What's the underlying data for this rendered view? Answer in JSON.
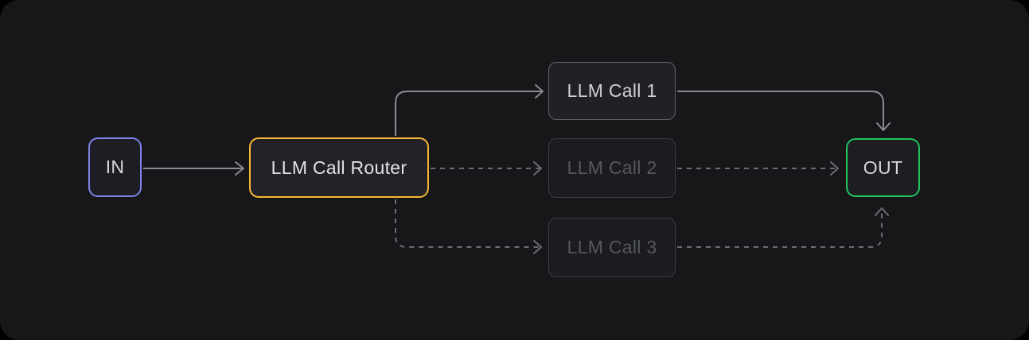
{
  "canvas": {
    "background_color": "#17171a",
    "outer_background_color": "#000000"
  },
  "diagram": {
    "nodes": [
      {
        "id": "in",
        "label": "IN",
        "role": "input",
        "state": "active",
        "border_color": "#7d84e8"
      },
      {
        "id": "router",
        "label": "LLM Call Router",
        "role": "router",
        "state": "active",
        "border_color": "#f6b833"
      },
      {
        "id": "call1",
        "label": "LLM Call 1",
        "role": "llm-call",
        "state": "active",
        "border_color": "#5c616b"
      },
      {
        "id": "call2",
        "label": "LLM Call 2",
        "role": "llm-call",
        "state": "inactive",
        "border_color": "#393d45"
      },
      {
        "id": "call3",
        "label": "LLM Call 3",
        "role": "llm-call",
        "state": "inactive",
        "border_color": "#393d45"
      },
      {
        "id": "out",
        "label": "OUT",
        "role": "output",
        "state": "active",
        "border_color": "#23c55e"
      }
    ],
    "edges": [
      {
        "from": "in",
        "to": "router",
        "style": "solid"
      },
      {
        "from": "router",
        "to": "call1",
        "style": "solid"
      },
      {
        "from": "call1",
        "to": "out",
        "style": "solid"
      },
      {
        "from": "router",
        "to": "call2",
        "style": "dashed"
      },
      {
        "from": "call2",
        "to": "out",
        "style": "dashed"
      },
      {
        "from": "router",
        "to": "call3",
        "style": "dashed"
      },
      {
        "from": "call3",
        "to": "out",
        "style": "dashed"
      }
    ],
    "edge_colors": {
      "solid": "#8a8a90",
      "dashed": "#6c6c73"
    }
  }
}
